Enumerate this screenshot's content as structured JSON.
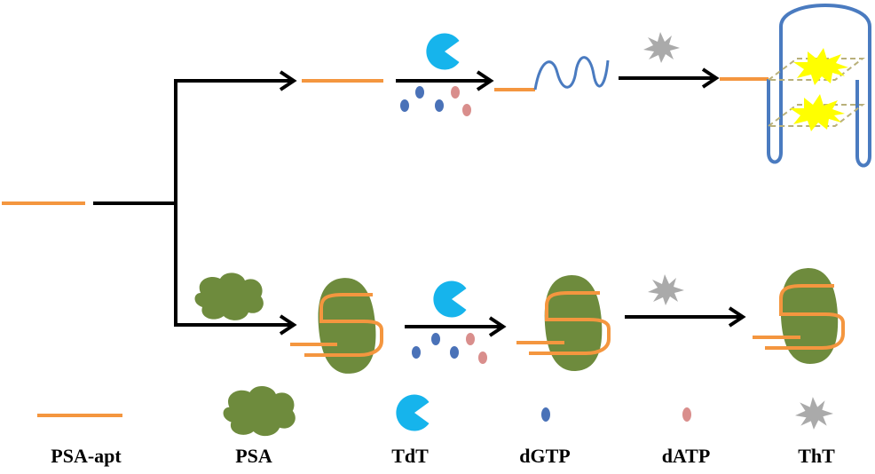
{
  "colors": {
    "aptamer": "#F4963F",
    "psa": "#6E8B3D",
    "tdt": "#16B4EC",
    "dgtp": "#4A72B8",
    "datp": "#D98E8C",
    "tht": "#AAAAAA",
    "g_quadruplex_strand": "#4A7BC0",
    "tht_glow": "#FFFF00",
    "arrow": "#000000",
    "plane": "#B9B07A"
  },
  "legend": {
    "items": [
      {
        "label": "PSA-apt",
        "icon": "orange-line-icon"
      },
      {
        "label": "PSA",
        "icon": "green-blob-icon"
      },
      {
        "label": "TdT",
        "icon": "pacman-icon"
      },
      {
        "label": "dGTP",
        "icon": "blue-dot-icon"
      },
      {
        "label": "dATP",
        "icon": "pink-dot-icon"
      },
      {
        "label": "ThT",
        "icon": "gray-star-icon"
      }
    ]
  }
}
